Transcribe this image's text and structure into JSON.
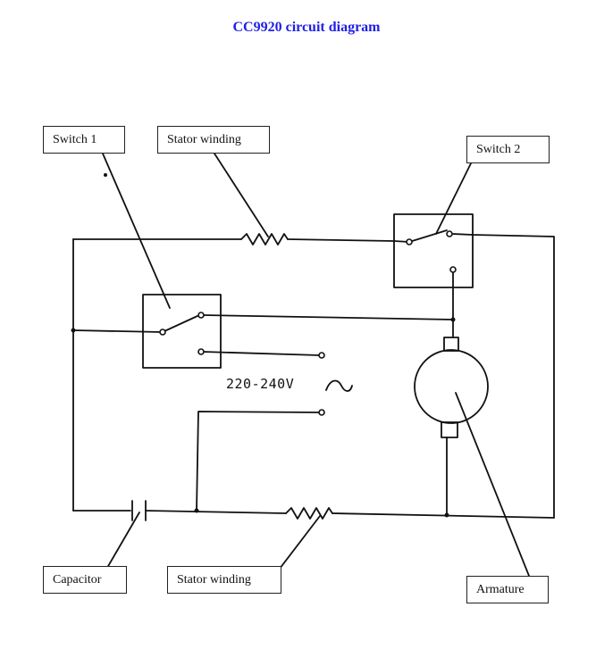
{
  "title": "CC9920 circuit diagram",
  "labels": {
    "switch1": "Switch 1",
    "stator_top": "Stator winding",
    "switch2": "Switch 2",
    "capacitor": "Capacitor",
    "stator_bottom": "Stator winding",
    "armature": "Armature"
  },
  "voltage": "220-240V",
  "ac_symbol": "~",
  "colors": {
    "title": "#1f1fe6",
    "line": "#111111"
  }
}
